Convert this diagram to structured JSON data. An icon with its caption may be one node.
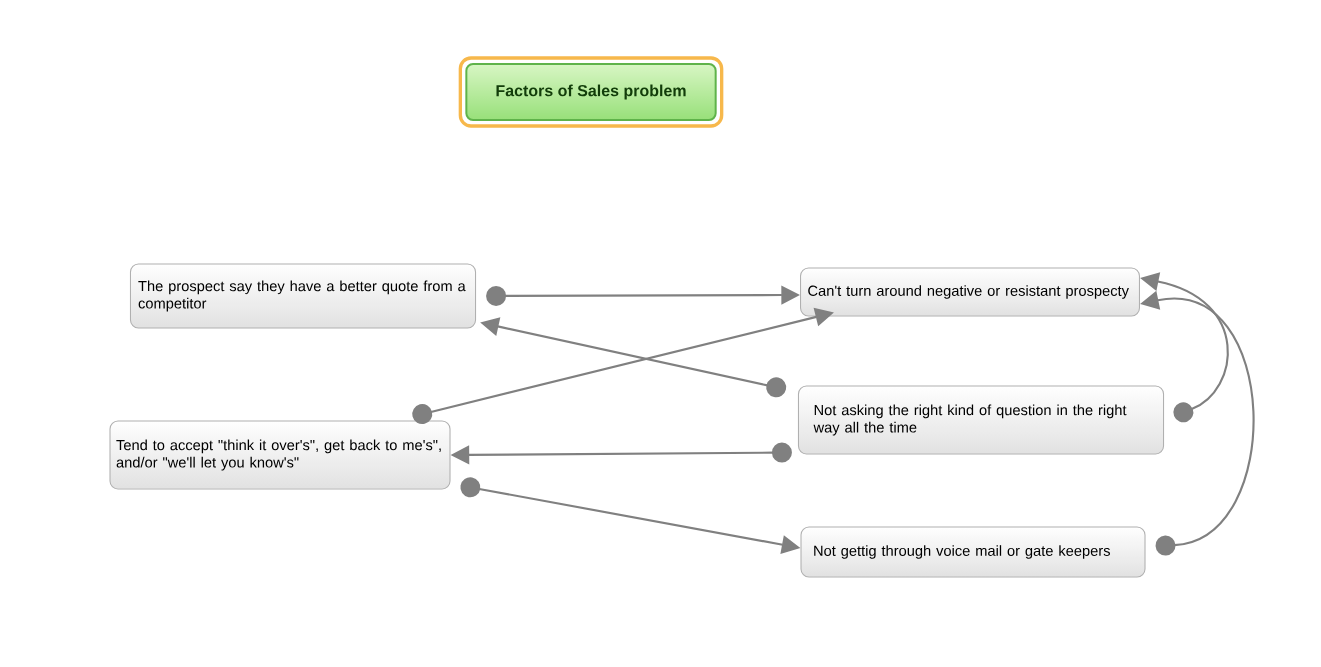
{
  "diagram": {
    "nodes": [
      {
        "text": [
          "Factors of Sales problem"
        ]
      },
      {
        "text": [
          "The prospect say they have a better quote from a competitor"
        ]
      },
      {
        "text": [
          "Can't turn around negative or resistant prospecty"
        ]
      },
      {
        "text": [
          "Not asking the right kind of question in the right way all the time"
        ]
      },
      {
        "text": [
          "Tend  to accept \"think it over's\", get back to me's\", and/or \"we'll let you know's\""
        ]
      },
      {
        "text": [
          "Not gettig through voice mail or gate keepers"
        ]
      }
    ],
    "edges": [
      {
        "from": 1,
        "to": 2,
        "arrow": "to"
      },
      {
        "from": 3,
        "to": 1,
        "arrow": "to"
      },
      {
        "from": 4,
        "to": 2,
        "arrow": "to"
      },
      {
        "from": 3,
        "to": 4,
        "arrow": "to"
      },
      {
        "from": 4,
        "to": 5,
        "arrow": "to"
      },
      {
        "from": 3,
        "to": 2,
        "arrow": "to"
      },
      {
        "from": 5,
        "to": 2,
        "arrow": "to"
      }
    ]
  }
}
